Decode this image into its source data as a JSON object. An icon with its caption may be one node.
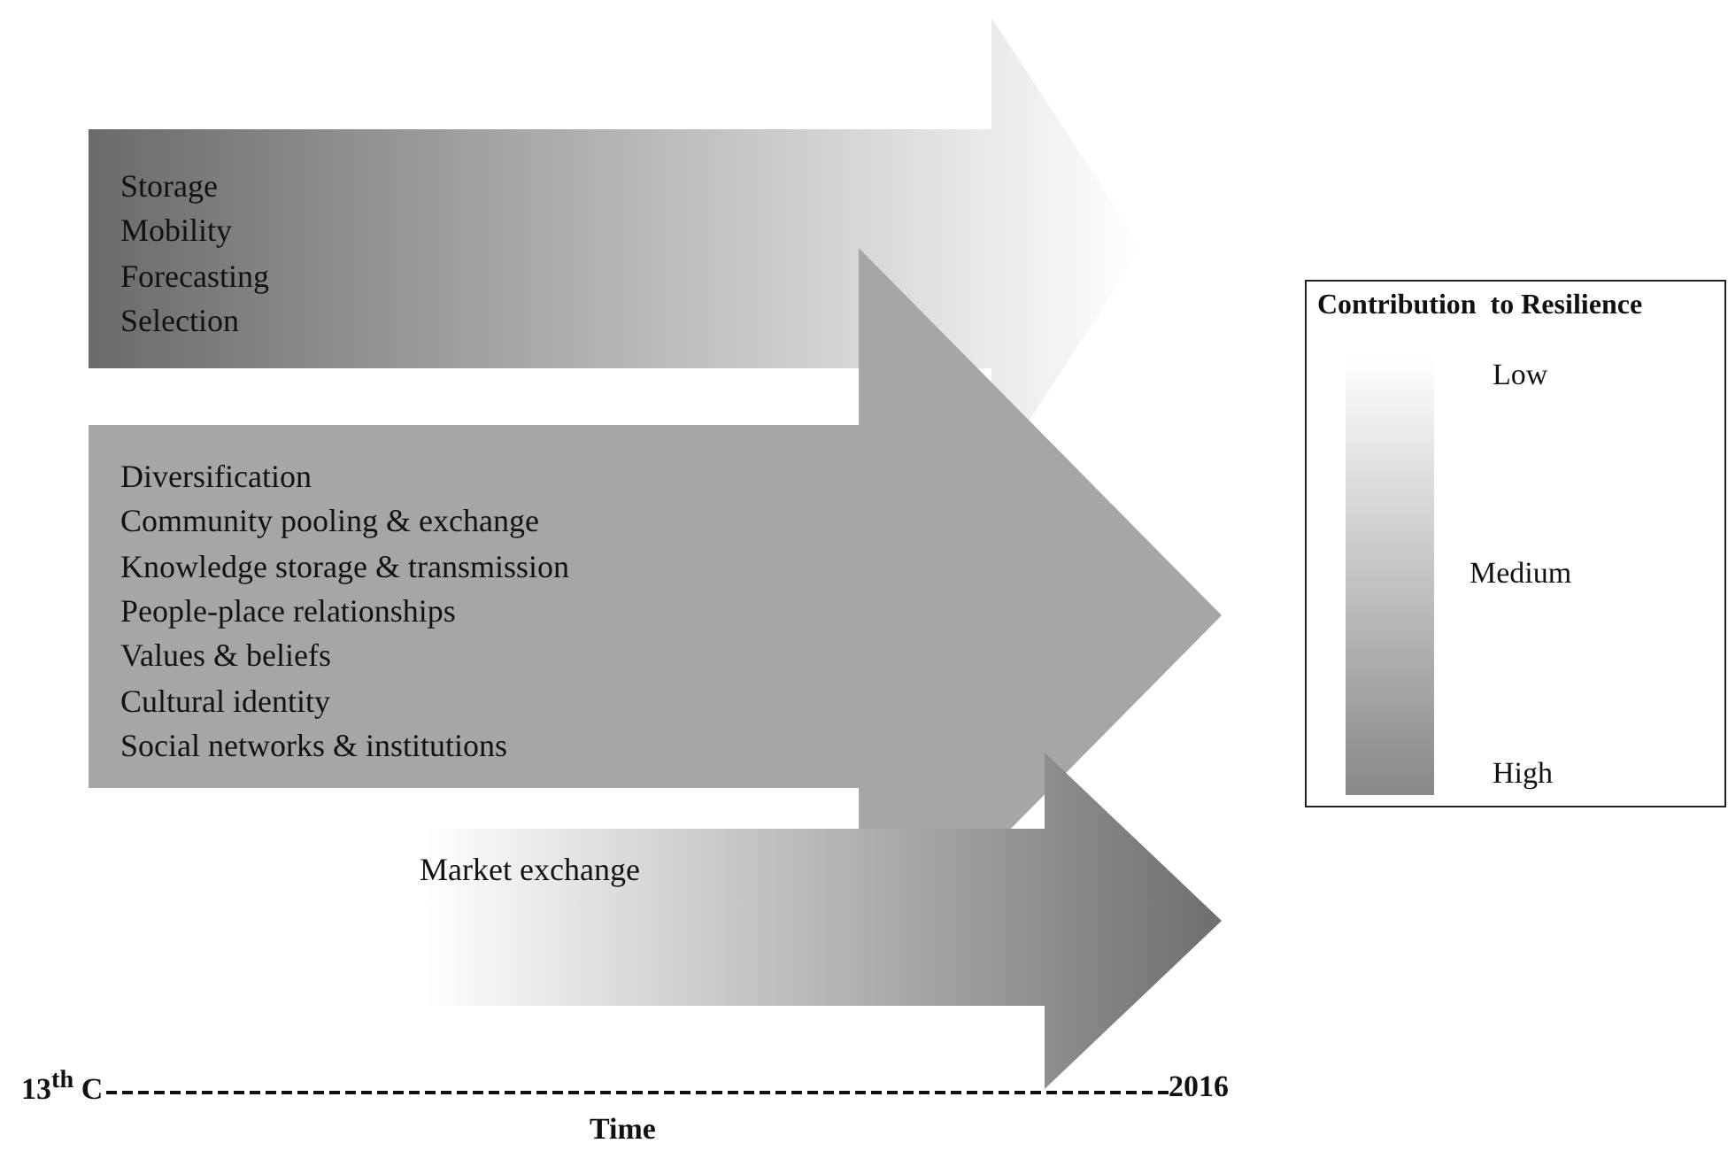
{
  "diagram": {
    "nodes": [
      {
        "text": [
          "Storage",
          "Mobility",
          "Forecasting",
          "Selection"
        ]
      },
      {
        "text": [
          "Diversification",
          "Community pooling & exchange",
          "Knowledge storage & transmission",
          "People-place relationships",
          "Values & beliefs",
          "Cultural identity",
          "Social networks & institutions"
        ]
      },
      {
        "text": [
          "Market exchange"
        ]
      }
    ],
    "labels": [
      "Contribution  to Resilience",
      "13$^{th}$ C",
      "2016",
      "Time"
    ],
    "legend": [
      {
        "text": "Low"
      },
      {
        "text": "Medium"
      },
      {
        "text": "High"
      }
    ]
  }
}
